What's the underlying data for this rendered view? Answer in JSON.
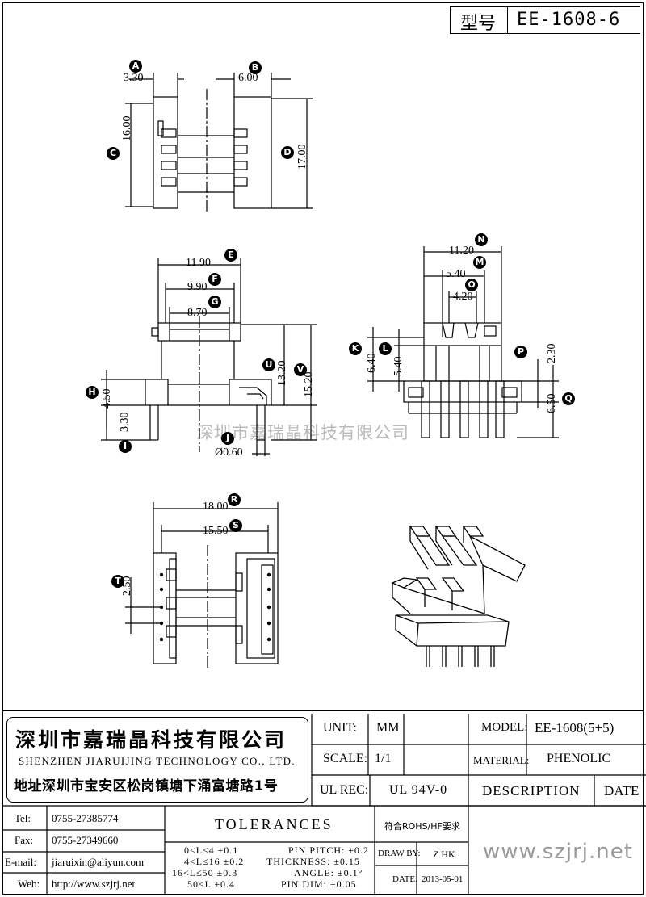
{
  "header": {
    "type_label": "型号",
    "model_code": "EE-1608-6"
  },
  "dims": {
    "A": "3.30",
    "B": "6.00",
    "C": "16.00",
    "D": "17.00",
    "E": "11.90",
    "F": "9.90",
    "G": "8.70",
    "H": "4.50",
    "I": "3.30",
    "J": "Ø0.60",
    "K": "6.40",
    "L": "5.40",
    "M": "5.40",
    "N": "11.20",
    "O": "4.20",
    "P": "2.30",
    "Q": "6.50",
    "R": "18.00",
    "S": "15.50",
    "T": "2.50",
    "U": "13.20",
    "V": "15.20"
  },
  "letters": [
    "A",
    "B",
    "C",
    "D",
    "E",
    "F",
    "G",
    "H",
    "I",
    "J",
    "K",
    "L",
    "M",
    "N",
    "O",
    "P",
    "Q",
    "R",
    "S",
    "T",
    "U",
    "V"
  ],
  "watermark": "深圳市嘉瑞晶科技有限公司",
  "company": {
    "name_cn": "深圳市嘉瑞晶科技有限公司",
    "name_en": "SHENZHEN JIARUIJING TECHNOLOGY CO., LTD.",
    "address": "地址深圳市宝安区松岗镇塘下涌富塘路1号"
  },
  "title_block": {
    "unit_label": "UNIT:",
    "unit_value": "MM",
    "scale_label": "SCALE:",
    "scale_value": "1/1",
    "ul_label": "UL REC:",
    "ul_value": "UL 94V-0",
    "model_label": "MODEL:",
    "model_value": "EE-1608(5+5)",
    "material_label": "MATERIAL:",
    "material_value": "PHENOLIC",
    "description_label": "DESCRIPTION",
    "date_label": "DATE",
    "tolerances_label": "TOLERANCES",
    "rohs": "符合ROHS/HF要求",
    "draw_by_label": "DRAW BY:",
    "draw_by_value": "Z HK",
    "date_field_label": "DATE:",
    "date_field_value": "2013-05-01",
    "website_big": "www.szjrj.net"
  },
  "contacts": [
    {
      "label": "Tel:",
      "value": "0755-27385774"
    },
    {
      "label": "Fax:",
      "value": "0755-27349660"
    },
    {
      "label": "E-mail:",
      "value": "jiaruixin@aliyun.com"
    },
    {
      "label": "Web:",
      "value": "http://www.szjrj.net"
    }
  ],
  "tolerance_rows": [
    "0<L≤4 ±0.1",
    "4<L≤16 ±0.2",
    "16<L≤50 ±0.3",
    "50≤L ±0.4"
  ],
  "pin_rows": [
    "PIN PITCH: ±0.2",
    "THICKNESS: ±0.15",
    "ANGLE: ±0.1°",
    "PIN DIM: ±0.05"
  ]
}
